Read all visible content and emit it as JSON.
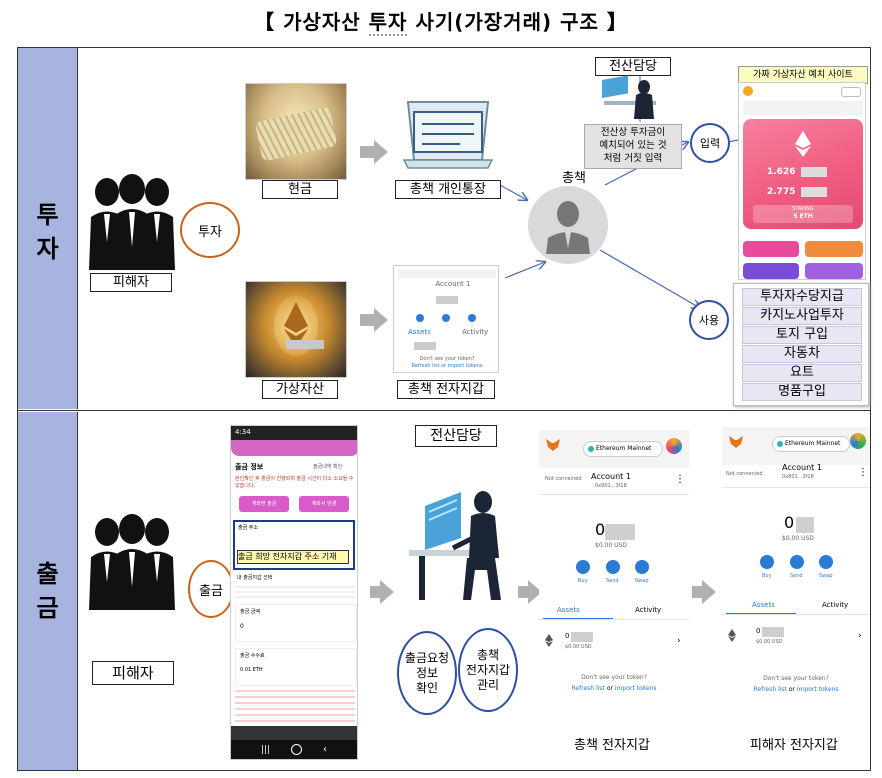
{
  "title": {
    "prefix": "【",
    "main_a": "가상자산",
    "main_b": "투자",
    "main_c": "사기(가장거래)",
    "main_d": "구조",
    "suffix": "】"
  },
  "sections": {
    "invest": "투\n자",
    "withdraw": "출\n금"
  },
  "invest": {
    "victim_label": "피해자",
    "invest_circle": "투자",
    "cash_label": "현금",
    "crypto_label": "가상자산",
    "bank_label": "총책 개인통장",
    "wallet_label": "총책 전자지갑",
    "boss_label": "총책",
    "it_label": "전산담당",
    "it_note": "전산상 투자금이\n예치되어 있는 것\n처럼 거짓 입력",
    "input_circle": "입력",
    "use_circle": "사용",
    "fake_site_label": "가짜 가상자산 예치 사이트",
    "uses": [
      "투자자수당지급",
      "카지노사업투자",
      "토지 구입",
      "자동차",
      "요트",
      "명품구입"
    ],
    "wallet_screen": {
      "account": "Account 1",
      "section": "Assets",
      "activity": "Activity",
      "footer": "Don't see your token?",
      "refresh": "Refresh list or import tokens"
    },
    "fake_screen": {
      "balance_a": "1.626",
      "balance_b": "2.775",
      "staking": "STAKING",
      "amount": "5 ETH"
    }
  },
  "withdraw": {
    "victim_label": "피해자",
    "withdraw_circle": "출금",
    "it_label": "전산담당",
    "phone": {
      "time": "4:34",
      "header": "출금 정보",
      "header_right": "출금내역 확인",
      "warning": "본인확인 후 출금이 진행되며 출금 시간이 다소 소요될 수 있습니다.",
      "btn1": "계좌번 출금",
      "btn2": "계좌서 변경",
      "addr_label": "출금 주소",
      "highlight": "출금 희망 전자지갑 주소 기재",
      "option": "내 출금지갑 선택",
      "amount_label": "출금 금액",
      "amount_value": "0",
      "fee_label": "출금 수수료",
      "fee_value": "0.01 ETH"
    },
    "check_circle": "출금요청\n정보\n확인",
    "manage_circle": "총책\n전자지갑\n관리",
    "wallet_boss_label": "총책 전자지갑",
    "wallet_victim_label": "피해자 전자지갑",
    "mm": {
      "network": "Ethereum Mainnet",
      "not_connected": "Not connected",
      "account": "Account 1",
      "addr": "0x801...3f18",
      "zero": "0",
      "usd": "$0.00 USD",
      "buy": "Buy",
      "send": "Send",
      "swap": "Swap",
      "assets": "Assets",
      "activity": "Activity",
      "token_zero": "0",
      "token_usd": "$0.00 USD",
      "footer": "Don't see your token?",
      "refresh": "Refresh list",
      "or": "or",
      "import": "import tokens"
    }
  },
  "colors": {
    "header_bg": "#a7b4e0",
    "orange_circle": "#c8641b",
    "blue_circle": "#2f4fa0",
    "fake_gradient": "#f0608a",
    "arrow": "#b0b0b0"
  }
}
